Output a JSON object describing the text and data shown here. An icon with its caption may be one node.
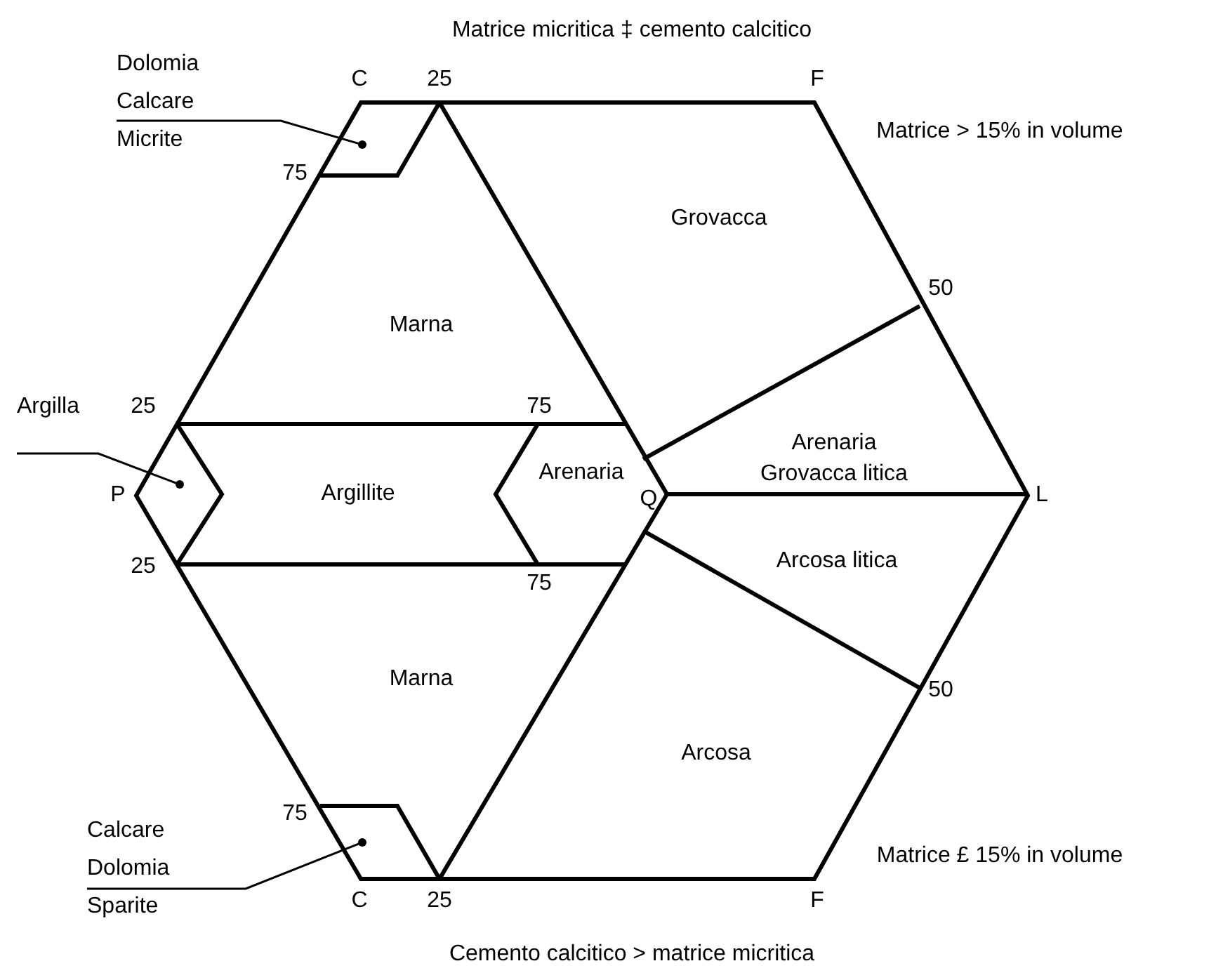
{
  "diagram": {
    "title": "Matrice micritica ‡ cemento calcitico",
    "caption": "Cemento calcitico > matrice micritica",
    "nodes": [
      {
        "text": [
          "Dolomia",
          "Calcare",
          "Micrite"
        ]
      },
      {
        "text": [
          "Argilla"
        ]
      },
      {
        "text": [
          "Calcare",
          "Dolomia",
          "Sparite"
        ]
      }
    ],
    "edges": [
      {
        "from": 0,
        "to": null,
        "arrow": "other"
      },
      {
        "from": 1,
        "to": null,
        "arrow": "other"
      },
      {
        "from": 2,
        "to": null,
        "arrow": "other"
      }
    ],
    "labels": [
      "C",
      "25",
      "F",
      "Matrice > 15% in volume",
      "75",
      "Grovacca",
      "50",
      "Marna",
      "25",
      "75",
      "Arenaria Grovacca litica",
      "Arenaria",
      "P",
      "Argillite",
      "Q",
      "L",
      "25",
      "75",
      "Arcosa litica",
      "Marna",
      "50",
      "Arcosa",
      "75",
      "Matrice £ 15% in volume",
      "C",
      "25",
      "F"
    ]
  }
}
